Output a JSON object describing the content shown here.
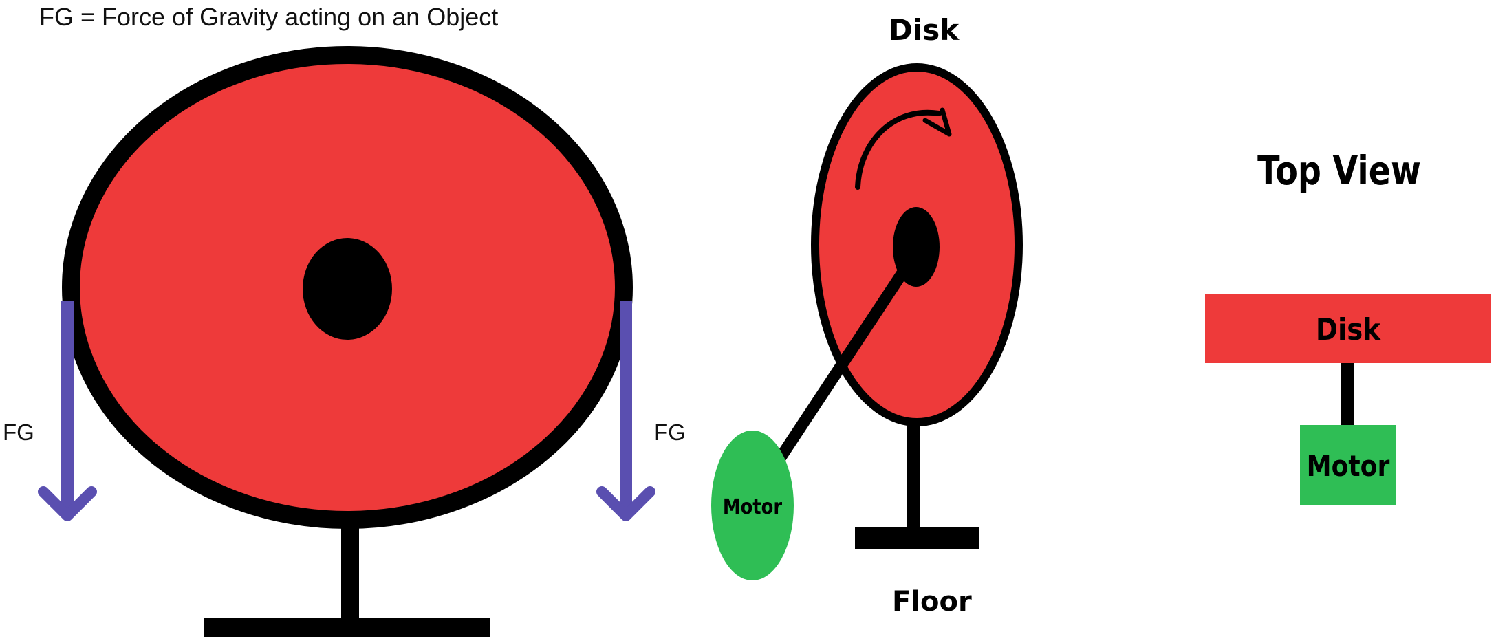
{
  "legend_text": "FG = Force of Gravity acting on an Object",
  "front_view": {
    "left_force_label": "FG",
    "right_force_label": "FG"
  },
  "side_view": {
    "disk_label": "Disk",
    "motor_label": "Motor",
    "floor_label": "Floor"
  },
  "top_view": {
    "title": "Top View",
    "disk_label": "Disk",
    "motor_label": "Motor"
  },
  "colors": {
    "disk": "#ee3a3a",
    "outline": "#000000",
    "motor": "#2fbe55",
    "force_arrow": "#5a4fb0",
    "background": "#ffffff"
  }
}
